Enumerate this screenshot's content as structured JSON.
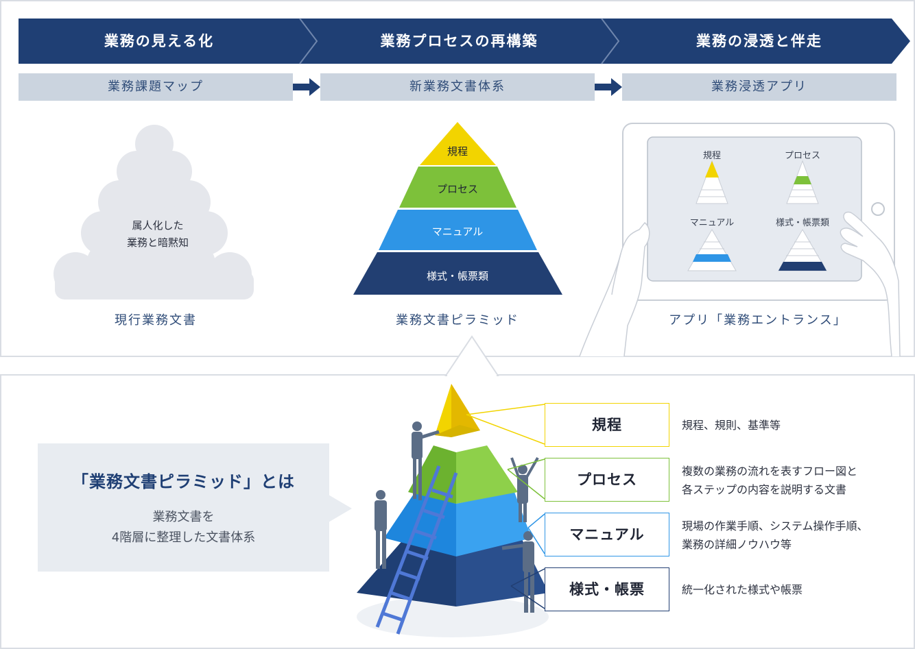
{
  "steps": [
    {
      "title": "業務の見える化",
      "tool": "業務課題マップ",
      "caption": "現行業務文書"
    },
    {
      "title": "業務プロセスの再構築",
      "tool": "新業務文書体系",
      "caption": "業務文書ピラミッド"
    },
    {
      "title": "業務の浸透と伴走",
      "tool": "業務浸透アプリ",
      "caption": "アプリ「業務エントランス」"
    }
  ],
  "cloud": {
    "line1": "属人化した",
    "line2": "業務と暗黙知"
  },
  "pyramid_levels": [
    "規程",
    "プロセス",
    "マニュアル",
    "様式・帳票類"
  ],
  "tablet_labels": [
    "規程",
    "プロセス",
    "マニュアル",
    "様式・帳票類"
  ],
  "definition": {
    "title": "「業務文書ピラミッド」とは",
    "line1": "業務文書を",
    "line2": "4階層に整理した文書体系"
  },
  "legend": [
    {
      "label": "規程",
      "desc1": "規程、規則、基準等",
      "desc2": "",
      "color": "#f2d400"
    },
    {
      "label": "プロセス",
      "desc1": "複数の業務の流れを表すフロー図と",
      "desc2": "各ステップの内容を説明する文書",
      "color": "#7dc13a"
    },
    {
      "label": "マニュアル",
      "desc1": "現場の作業手順、システム操作手順、",
      "desc2": "業務の詳細ノウハウ等",
      "color": "#2e95e6"
    },
    {
      "label": "様式・帳票",
      "desc1": "統一化された様式や帳票",
      "desc2": "",
      "color": "#223f72"
    }
  ],
  "colors": {
    "navy": "#1f3f74",
    "light_band": "#cbd4df",
    "panel_border": "#d9dde3",
    "callout_bg": "#e8ecf1"
  }
}
